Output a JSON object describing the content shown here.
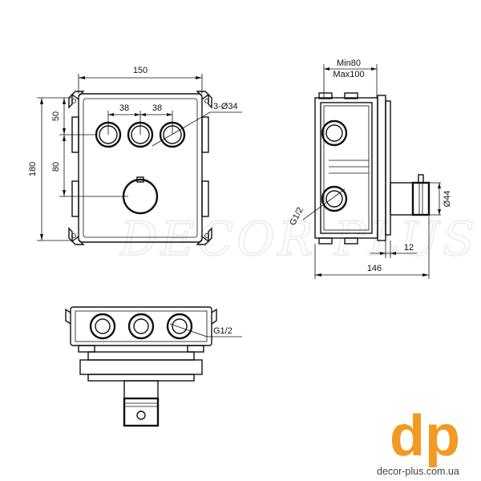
{
  "front_view": {
    "width": "150",
    "height": "180",
    "top_offset": "50",
    "mid_offset": "80",
    "spacing_1": "38",
    "spacing_2": "38",
    "outlet_callout": "3-Ø34"
  },
  "side_view": {
    "depth_min": "Min80",
    "depth_max": "Max100",
    "thread_label": "G1/2",
    "diameter": "Ø44",
    "spindle_length": "12",
    "total_depth": "146"
  },
  "bottom_view": {
    "thread_label": "G1/2"
  },
  "watermark": "DECOR PLUS",
  "logo": {
    "mark": "dp",
    "url": "decor-plus.com.ua"
  },
  "colors": {
    "line": "#111111",
    "logo_orange": "#f39a22",
    "watermark": "#e6e6e6"
  }
}
